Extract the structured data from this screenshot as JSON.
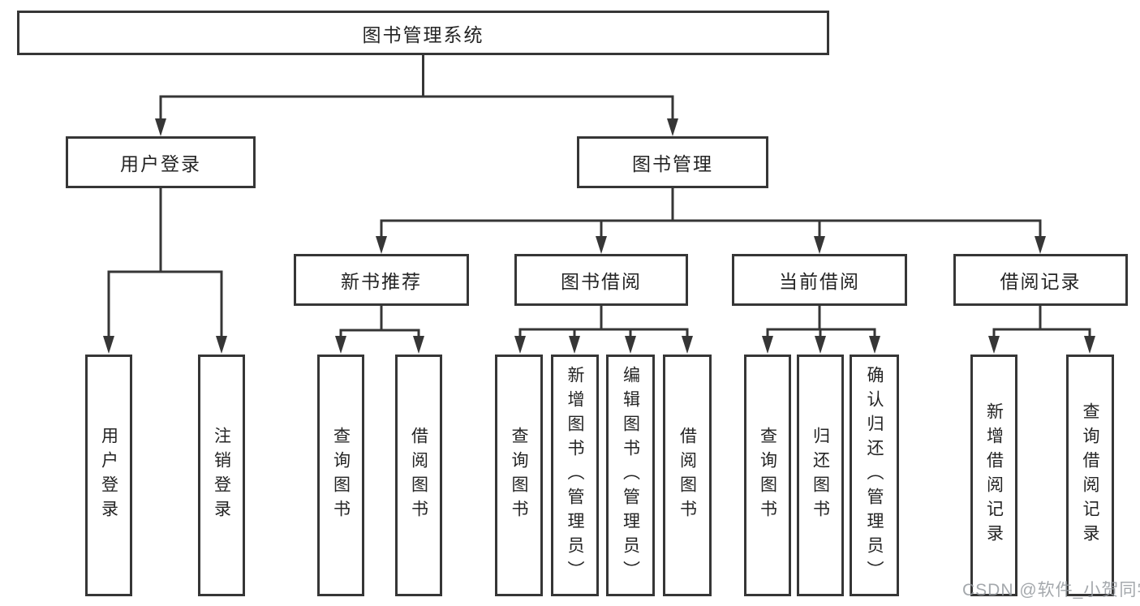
{
  "nodes": {
    "root": "图书管理系统",
    "user_login": "用户登录",
    "book_mgmt": "图书管理",
    "new_book": "新书推荐",
    "book_borrow": "图书借阅",
    "current_borrow": "当前借阅",
    "borrow_record": "借阅记录"
  },
  "leaves": {
    "user_login": [
      "用户登录",
      "注销登录"
    ],
    "new_book": [
      "查询图书",
      "借阅图书"
    ],
    "book_borrow": [
      "查询图书",
      "新增图书（管理员）",
      "编辑图书（管理员）",
      "借阅图书"
    ],
    "current_borrow": [
      "查询图书",
      "归还图书",
      "确认归还（管理员）"
    ],
    "borrow_record": [
      "新增借阅记录",
      "查询借阅记录"
    ]
  },
  "watermark": "CSDN @软件_小贺同学",
  "colors": {
    "line": "#363636",
    "text": "#242424",
    "background": "#ffffff",
    "watermark": "#94999e"
  }
}
